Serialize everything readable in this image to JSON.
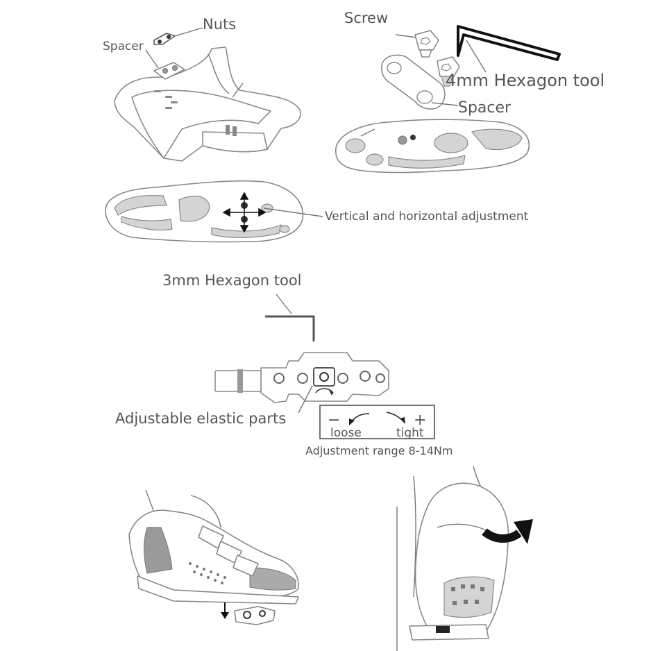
{
  "labels": {
    "nuts": "Nuts",
    "spacer_top": "Spacer",
    "screw": "Screw",
    "hex4": "4mm Hexagon tool",
    "spacer_right": "Spacer",
    "adjustment": "Vertical and horizontal adjustment",
    "hex3": "3mm Hexagon tool",
    "elastic": "Adjustable elastic parts",
    "minus": "−",
    "plus": "+",
    "loose": "loose",
    "tight": "tight",
    "range": "Adjustment range 8-14Nm"
  }
}
